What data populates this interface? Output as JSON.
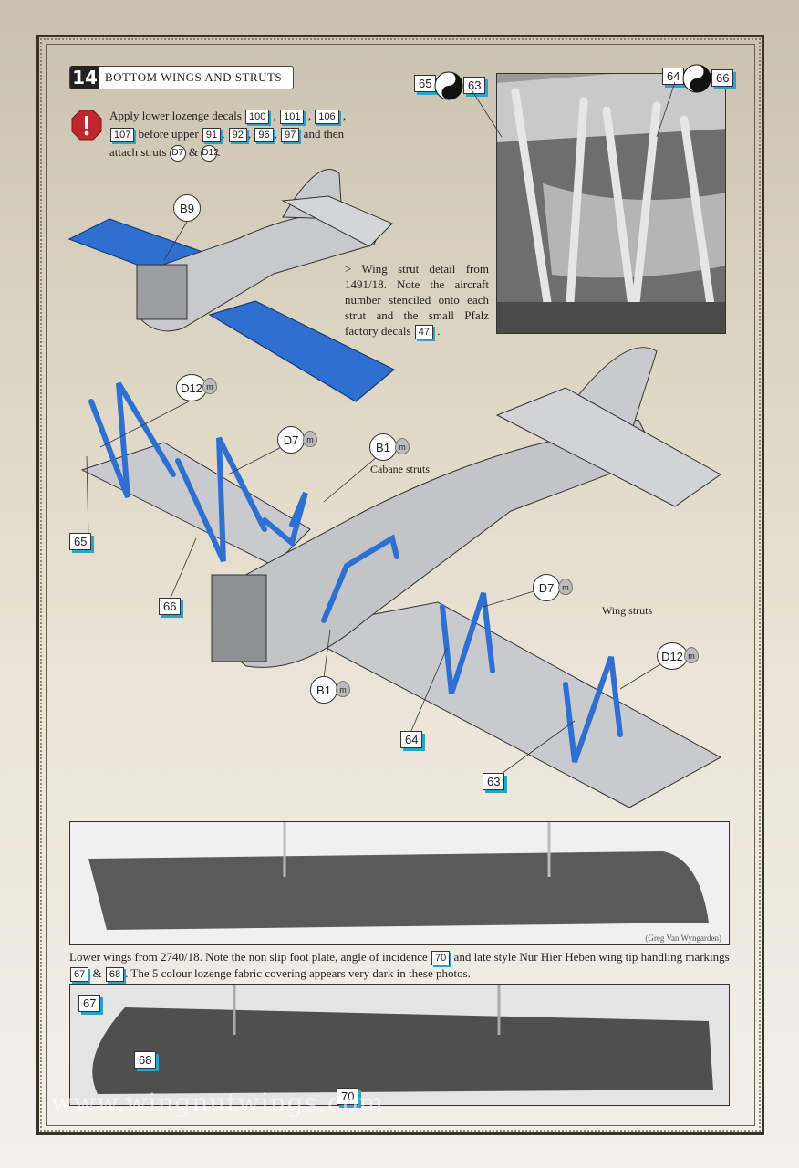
{
  "step": {
    "number": "14",
    "title": "BOTTOM WINGS AND STRUTS"
  },
  "instruction": {
    "line1_prefix": "Apply lower lozenge decals",
    "decals_row1": [
      "100",
      "101",
      "106"
    ],
    "line2_decal": "107",
    "before_upper": "before upper",
    "decals_row2": [
      "91",
      "92",
      "96",
      "97"
    ],
    "and_then": "and then",
    "attach": "attach struts",
    "strut1": "D7",
    "amp": "&",
    "strut2": "D12"
  },
  "photo_top": {
    "tag_left_a": "65",
    "tag_left_b": "63",
    "tag_right_a": "64",
    "tag_right_b": "66"
  },
  "wing_caption": {
    "text": "> Wing strut detail from 1491/18. Note the aircraft number stenciled onto each strut and the small Pfalz factory decals",
    "decal": "47",
    "end": "."
  },
  "parts": {
    "b9": "B9",
    "d12_top": "D12",
    "d7_top": "D7",
    "b1_top": "B1",
    "b1_bottom": "B1",
    "d7_right": "D7",
    "d12_right": "D12",
    "m": "m"
  },
  "labels": {
    "cabane": "Cabane struts",
    "wing_struts": "Wing struts"
  },
  "decal_tags": {
    "t65": "65",
    "t66": "66",
    "t64": "64",
    "t63": "63"
  },
  "lower_caption": {
    "part1": "Lower wings from 2740/18. Note the non slip foot plate, angle of incidence",
    "d70": "70",
    "part2": "and late style Nur Hier Heben wing tip handling markings",
    "d67": "67",
    "amp": "&",
    "d68": "68",
    "part3": ". The 5 colour lozenge fabric covering appears very dark in these photos."
  },
  "photo_mid": {
    "credit": "(Greg Van Wyngarden)"
  },
  "photo_bot": {
    "t67": "67",
    "t68": "68",
    "t70": "70"
  },
  "watermark": "www.wingnutwings.com",
  "colors": {
    "accent": "#2aa3c9",
    "part_blue": "#2f6fd0",
    "stop_red": "#c0262c"
  }
}
